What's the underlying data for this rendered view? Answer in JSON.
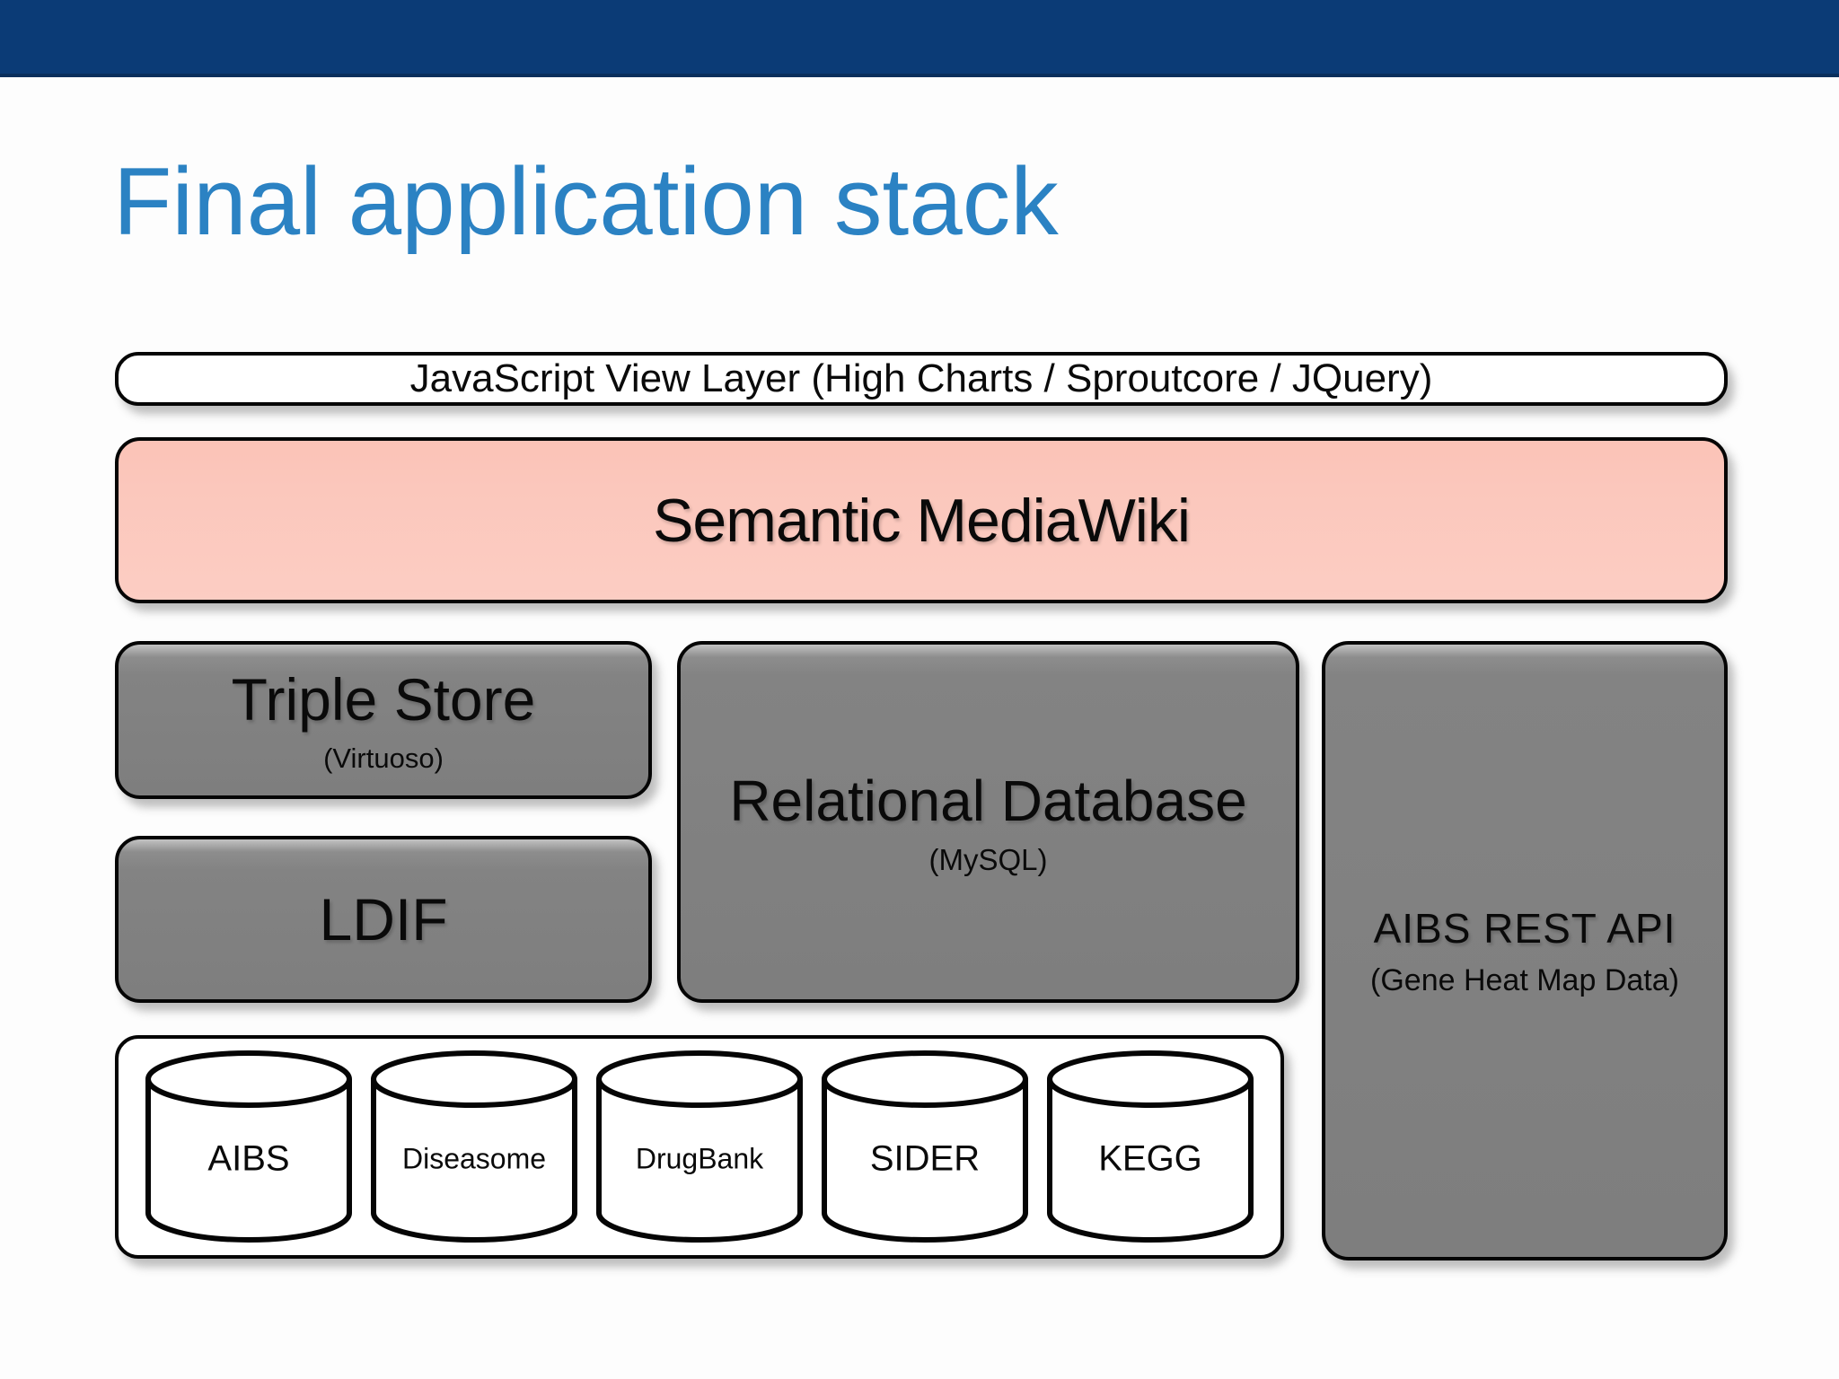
{
  "slide": {
    "title": "Final application stack"
  },
  "stack": {
    "view_layer": {
      "label": "JavaScript View Layer (High Charts / Sproutcore / JQuery)"
    },
    "semantic_mediawiki": {
      "label": "Semantic MediaWiki"
    },
    "triple_store": {
      "label": "Triple Store",
      "sublabel": "(Virtuoso)"
    },
    "ldif": {
      "label": "LDIF"
    },
    "relational_database": {
      "label": "Relational Database",
      "sublabel": "(MySQL)"
    },
    "aibs_rest_api": {
      "label": "AIBS REST API",
      "sublabel": "(Gene Heat Map Data)"
    },
    "databases": [
      "AIBS",
      "Diseasome",
      "DrugBank",
      "SIDER",
      "KEGG"
    ]
  },
  "colors": {
    "header_bar": "#0b3b76",
    "title": "#2b82c3",
    "mediawiki_box": "#fbc7bc",
    "gray_box": "#838383",
    "box_border": "#050505"
  }
}
